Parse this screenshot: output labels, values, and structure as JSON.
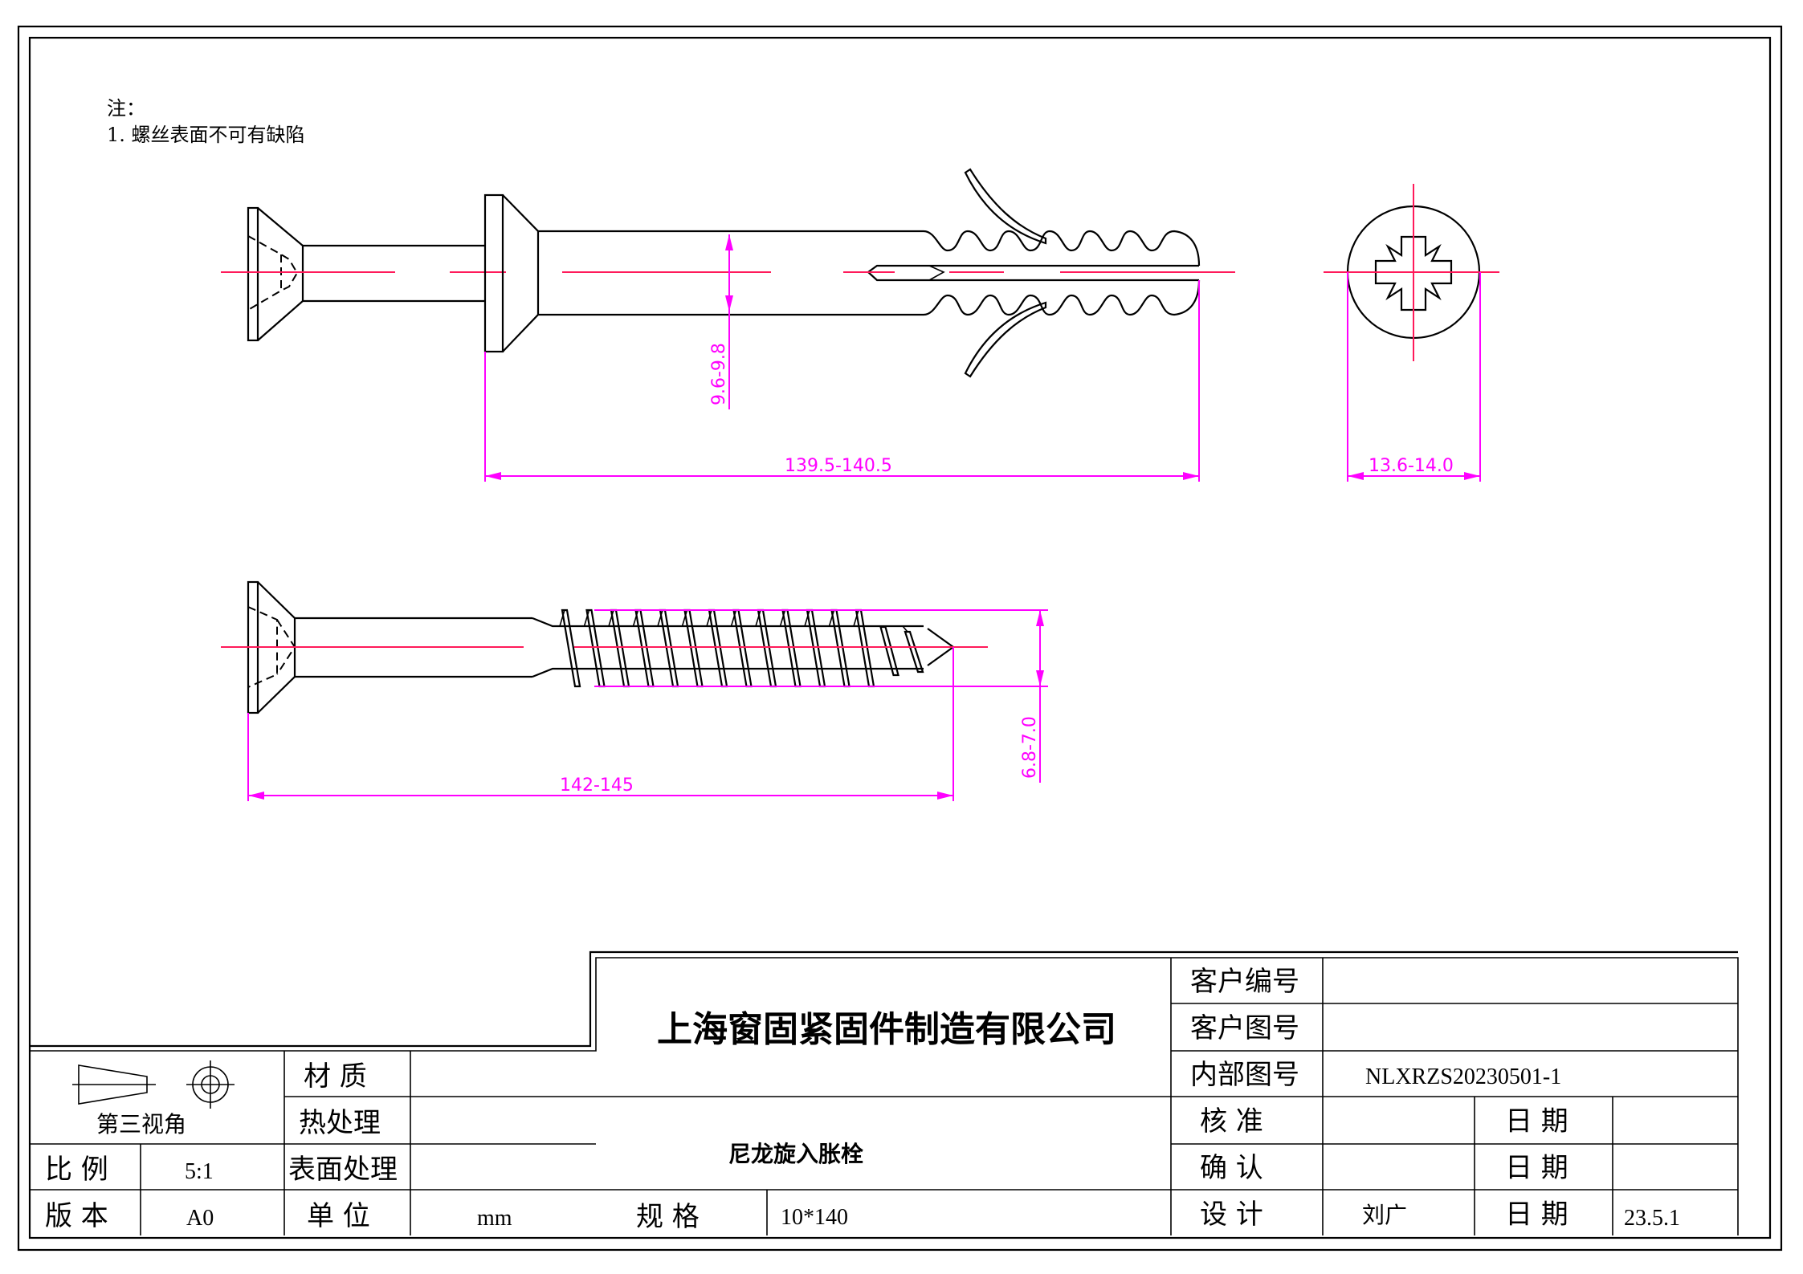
{
  "notes": {
    "heading": "注：",
    "items": [
      "1. 螺丝表面不可有缺陷"
    ]
  },
  "dimensions": {
    "anchor_diameter": "9.6-9.8",
    "anchor_length": "139.5-140.5",
    "head_diameter": "13.6-14.0",
    "screw_length": "142-145",
    "screw_thread_diameter": "6.8-7.0"
  },
  "colors": {
    "centerline": "#ff1a5a",
    "dimension": "#ff00ff",
    "outline": "#000000"
  },
  "title_block": {
    "projection_label": "第三视角",
    "company": "上海窗固紧固件制造有限公司",
    "product_name": "尼龙旋入胀栓",
    "fields": {
      "material_label": "材 质",
      "material_value": "",
      "heat_treatment_label": "热处理",
      "heat_treatment_value": "",
      "surface_treatment_label": "表面处理",
      "surface_treatment_value": "",
      "scale_label": "比 例",
      "scale_value": "5:1",
      "version_label": "版 本",
      "version_value": "A0",
      "unit_label": "单 位",
      "unit_value": "mm",
      "spec_label": "规  格",
      "spec_value": "10*140",
      "customer_no_label": "客户编号",
      "customer_no_value": "",
      "customer_drawing_label": "客户图号",
      "customer_drawing_value": "",
      "internal_drawing_label": "内部图号",
      "internal_drawing_value": "NLXRZS20230501-1",
      "approve_label": "核  准",
      "approve_value": "",
      "confirm_label": "确  认",
      "confirm_value": "",
      "design_label": "设  计",
      "design_value": "刘广",
      "date_label": "日 期",
      "approve_date": "",
      "confirm_date": "",
      "design_date": "23.5.1"
    }
  }
}
